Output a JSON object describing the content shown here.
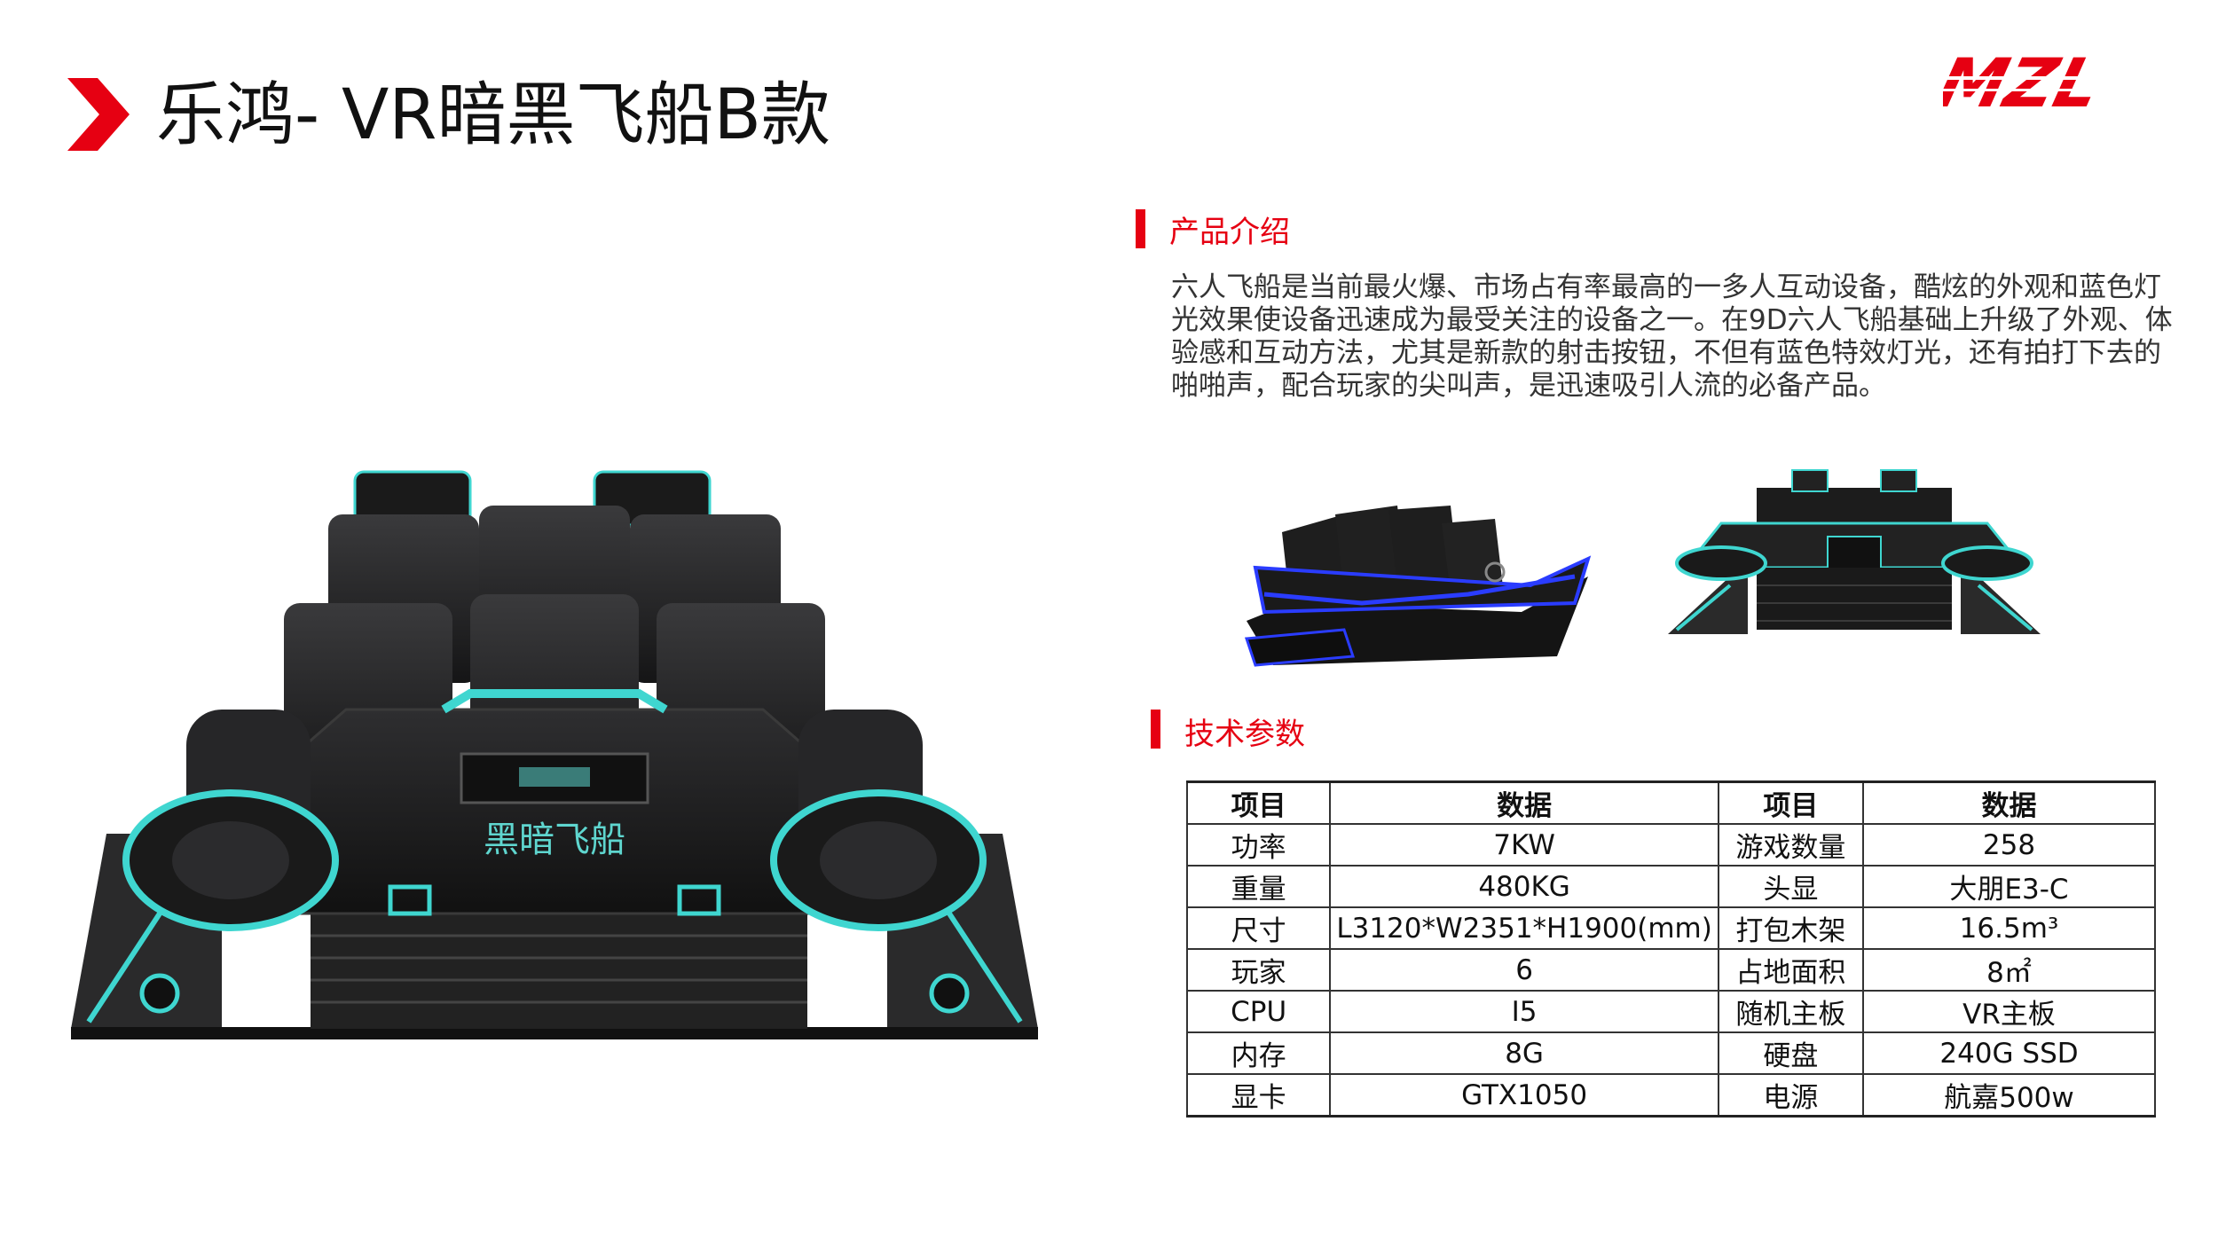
{
  "header": {
    "title": "乐鸿- VR暗黑飞船B款",
    "logo_text": "MZL"
  },
  "intro": {
    "heading": "产品介绍",
    "body": "六人飞船是当前最火爆、市场占有率最高的一多人互动设备，酷炫的外观和蓝色灯光效果使设备迅速成为最受关注的设备之一。在9D六人飞船基础上升级了外观、体验感和互动方法，尤其是新款的射击按钮，不但有蓝色特效灯光，还有拍打下去的啪啪声，配合玩家的尖叫声，是迅速吸引人流的必备产品。"
  },
  "product_image": {
    "panel_label": "黑暗飞船"
  },
  "specs": {
    "heading": "技术参数",
    "columns": [
      "项目",
      "数据",
      "项目",
      "数据"
    ],
    "rows": [
      [
        "功率",
        "7KW",
        "游戏数量",
        "258"
      ],
      [
        "重量",
        "480KG",
        "头显",
        "大朋E3-C"
      ],
      [
        "尺寸",
        "L3120*W2351*H1900(mm)",
        "打包木架",
        "16.5m³"
      ],
      [
        "玩家",
        "6",
        "占地面积",
        "8㎡"
      ],
      [
        "CPU",
        "I5",
        "随机主板",
        "VR主板"
      ],
      [
        "内存",
        "8G",
        "硬盘",
        "240G SSD"
      ],
      [
        "显卡",
        "GTX1050",
        "电源",
        "航嘉500w"
      ]
    ]
  },
  "colors": {
    "accent": "#e60012",
    "glow": "#3fd6d0",
    "blue_glow": "#2a3cff",
    "body": "#1c1c1e"
  }
}
